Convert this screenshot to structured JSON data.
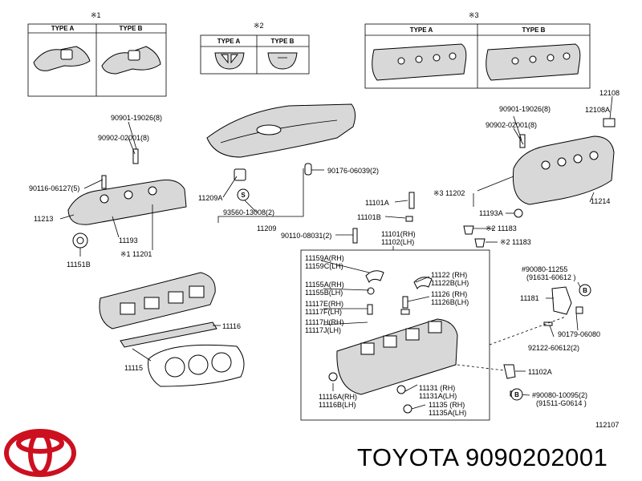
{
  "type_boxes": [
    {
      "mark": "※1",
      "col_a": "TYPE A",
      "col_b": "TYPE B"
    },
    {
      "mark": "※2",
      "col_a": "TYPE A",
      "col_b": "TYPE B"
    },
    {
      "mark": "※3",
      "col_a": "TYPE A",
      "col_b": "TYPE B"
    }
  ],
  "part_labels": {
    "p90901_left": "90901-19026(8)",
    "p90902_left": "90902-02001(8)",
    "p90116": "90116-06127(5)",
    "p11213": "11213",
    "p11151B": "11151B",
    "p11193": "11193",
    "p11201": "※1 11201",
    "p11209A": "11209A",
    "p93560": "93560-13008(2)",
    "p11209": "11209",
    "p90176": "90176-06039(2)",
    "p11101A": "11101A",
    "p11101B": "11101B",
    "p90110": "90110-08031(2)",
    "p11101": "11101(RH)",
    "p11102": "11102(LH)",
    "p90901_right": "90901-19026(8)",
    "p90902_right": "90902-02001(8)",
    "p12108": "12108",
    "p12108A": "12108A",
    "p11202": "※3 11202",
    "p11214": "11214",
    "p11193A": "11193A",
    "p11183_a": "※2 11183",
    "p11183_b": "※2 11183",
    "p11159A": "11159A(RH)",
    "p11159C": "11159C(LH)",
    "p11155A": "11155A(RH)",
    "p11155B": "11155B(LH)",
    "p11117E": "11117E(RH)",
    "p11117F": "11117F(LH)",
    "p11117H": "11117H(RH)",
    "p11117J": "11117J(LH)",
    "p11122": "11122 (RH)",
    "p11122B": "11122B(LH)",
    "p11126": "11126 (RH)",
    "p11126B": "11126B(LH)",
    "p11116": "11116",
    "p11115": "11115",
    "p11116A": "11116A(RH)",
    "p11116B": "11116B(LH)",
    "p11131": "11131 (RH)",
    "p11131A": "11131A(LH)",
    "p11135": "11135 (RH)",
    "p11135A": "11135A(LH)",
    "p90080_top": "#90080-11255",
    "p90080_top_sub": "(91631-60612 )",
    "p11181": "11181",
    "p90179": "90179-06080",
    "p92122": "92122-60612(2)",
    "p11102A": "11102A",
    "p90080_bot": "#90080-10095(2)",
    "p90080_bot_sub": "(91511-G0614 )",
    "callout_b": "B",
    "callout_s": "S",
    "figure_code": "112107"
  },
  "brand_text": "TOYOTA 9090202001",
  "colors": {
    "logo": "#cc1020",
    "ink": "#000000",
    "shade": "#d8d8d8"
  }
}
